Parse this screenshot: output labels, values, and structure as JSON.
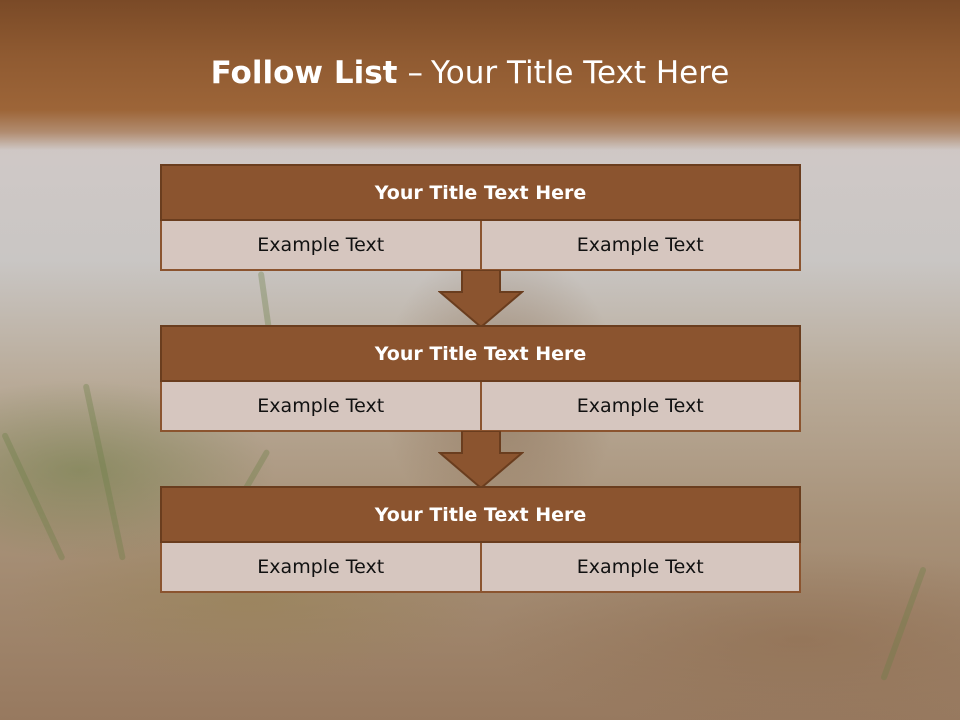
{
  "slide": {
    "title_bold": "Follow List",
    "title_separator": "–",
    "title_rest": "Your Title Text Here"
  },
  "blocks": [
    {
      "title": "Your Title Text Here",
      "cells": [
        "Example Text",
        "Example Text"
      ]
    },
    {
      "title": "Your Title Text Here",
      "cells": [
        "Example Text",
        "Example Text"
      ]
    },
    {
      "title": "Your Title Text Here",
      "cells": [
        "Example Text",
        "Example Text"
      ]
    }
  ],
  "colors": {
    "header_brown": "#8f5a31",
    "block_title_fill": "#8b542f",
    "cell_fill": "#d6c6bf",
    "arrow_fill": "#8b542f"
  }
}
